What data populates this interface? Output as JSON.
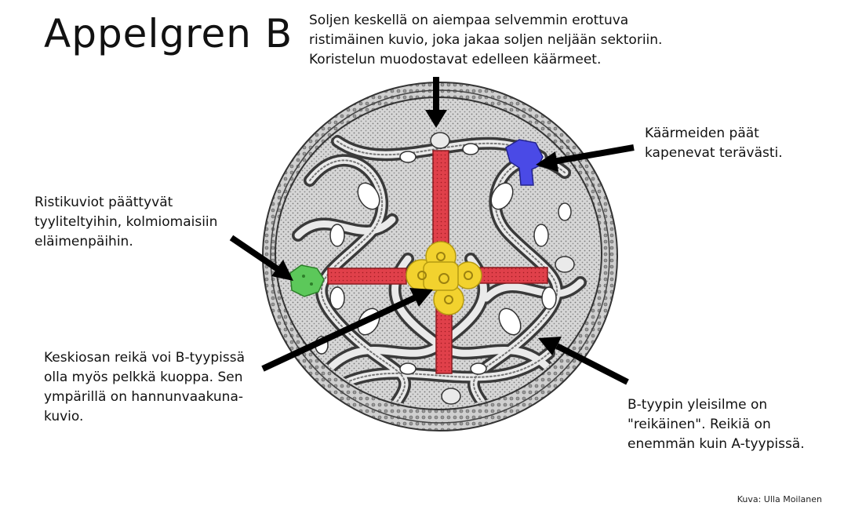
{
  "title": "Appelgren B",
  "colors": {
    "cross_arms": "#e0404a",
    "center_knot": "#f2d22e",
    "animal_head_left": "#5cc85a",
    "snake_head": "#4a4ae6",
    "arrow": "#000000",
    "brooch_fill": "#d9d9d9",
    "brooch_line": "#333333"
  },
  "annotations": {
    "top": {
      "lines": [
        "Soljen keskellä on aiempaa selvemmin erottuva",
        "ristimäinen kuvio, joka jakaa soljen neljään sektoriin.",
        "Koristelun muodostavat edelleen käärmeet."
      ]
    },
    "right_top": {
      "lines": [
        "Käärmeiden päät",
        "kapenevat terävästi."
      ]
    },
    "left_top": {
      "lines": [
        "Ristikuviot päättyvät",
        "tyyliteltyihin, kolmiomaisiin",
        "eläimenpäihin."
      ]
    },
    "left_bottom": {
      "lines": [
        "Keskiosan reikä voi B-tyypissä",
        "olla myös pelkkä kuoppa. Sen",
        "ympärillä on hannunvaakuna-",
        "kuvio."
      ]
    },
    "right_bottom": {
      "lines": [
        "B-tyypin yleisilme on",
        "\"reikäinen\". Reikiä on",
        "enemmän kuin A-tyypissä."
      ]
    }
  },
  "credit": "Kuva: Ulla Moilanen"
}
